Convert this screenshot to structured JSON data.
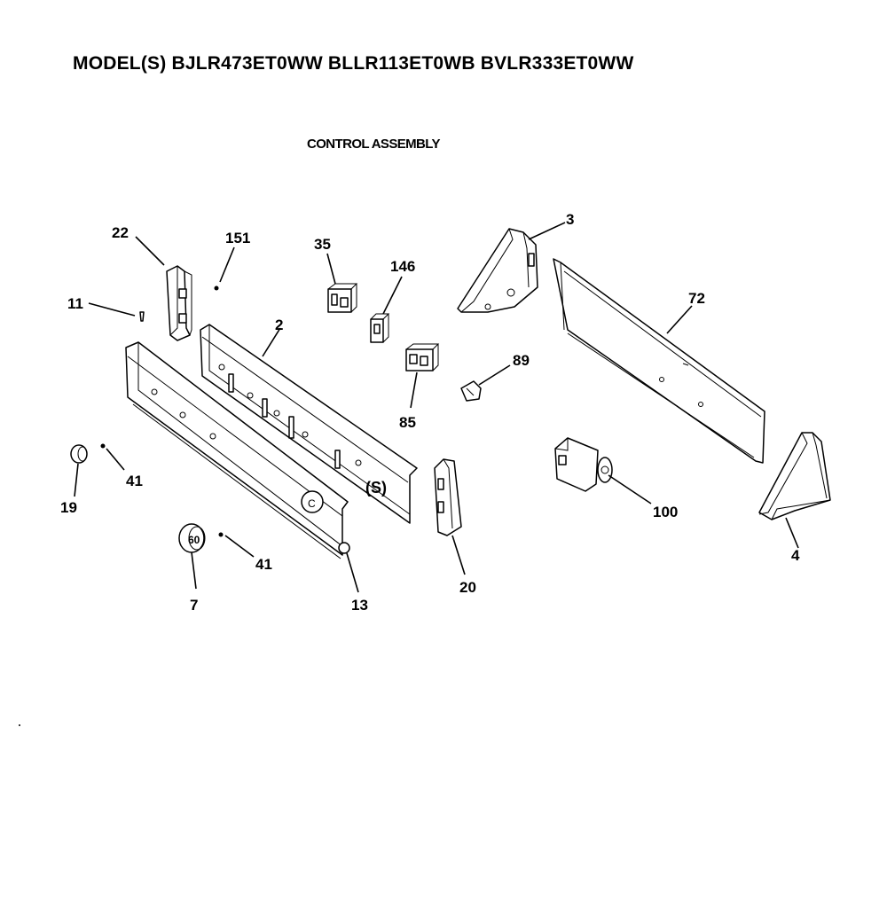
{
  "header": {
    "models": "MODEL(S) BJLR473ET0WW  BLLR113ET0WB  BVLR333ET0WW",
    "section_title": "CONTROL ASSEMBLY"
  },
  "callouts": {
    "c22": "22",
    "c151": "151",
    "c35": "35",
    "c146": "146",
    "c3": "3",
    "c72": "72",
    "c11": "11",
    "c2": "2",
    "c89": "89",
    "c85": "85",
    "c41a": "41",
    "c19": "19",
    "c41b": "41",
    "c7": "7",
    "c13": "13",
    "c20": "20",
    "c100": "100",
    "c4": "4"
  }
}
